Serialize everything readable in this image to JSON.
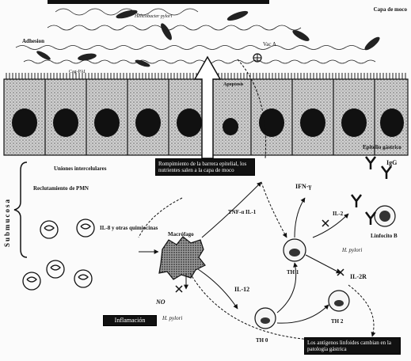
{
  "labels": {
    "mucus_layer": "Capa de moco",
    "h_pylori_top": "Helicobacter pylori",
    "vac_a": "Vac A",
    "adhesion": "Adhesion",
    "cag_pai": "Cag-PAI",
    "apoptosis": "Apoptosis",
    "gastric_epithelium": "Epitelio gástrico",
    "intercellular_junctions": "Uniones intercelulares",
    "pmn_recruitment": "Reclutamiento de PMN",
    "submucosa": "Submucosa",
    "il8": "IL-8 y otras quimiocinas",
    "macrophage": "Macrófago",
    "no": "NO",
    "h_pylori_no": "H. pylori",
    "tnf_il1": "TNF-α IL-1",
    "il12": "IL-12",
    "th0": "TH 0",
    "th1": "TH 1",
    "th2": "TH 2",
    "ifn": "IFN-γ",
    "il2": "IL-2",
    "h_pylori_th": "H. pylori",
    "il2r": "IL-2R",
    "igg": "IgG",
    "lymphocyte_b": "Linfocito B",
    "inflammation": "Inflamación",
    "barrier_box": "Rompimiento de la barrera epitelial, los nutrientes salen a la capa de moco",
    "bottom_box": "Los antígenos linfoides cambian en la patología gástrica"
  }
}
